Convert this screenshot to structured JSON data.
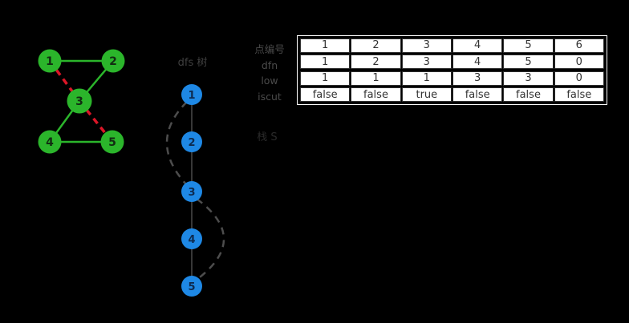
{
  "colors": {
    "background": "#000000",
    "graph_node_green": "#2BB52B",
    "graph_edge_green": "#2BB52B",
    "graph_edge_red_dashed": "#DB1627",
    "tree_node_blue": "#1E88E5",
    "tree_edge_gray": "#383838",
    "back_edge_gray": "#4d4d4d",
    "table_cell_bg": "#ffffff",
    "table_cell_border": "#2f2f2f",
    "label_gray": "#4a4a4a"
  },
  "graph": {
    "nodes": [
      {
        "label": "1"
      },
      {
        "label": "2"
      },
      {
        "label": "3"
      },
      {
        "label": "4"
      },
      {
        "label": "5"
      }
    ],
    "solid_edges": [
      "1-2",
      "2-3",
      "3-4",
      "4-5"
    ],
    "dashed_edges": [
      "1-3",
      "3-5"
    ]
  },
  "dfs_tree": {
    "label": "dfs 树",
    "nodes": [
      "1",
      "2",
      "3",
      "4",
      "5"
    ],
    "tree_edges": [
      "1-2",
      "2-3",
      "3-4",
      "4-5"
    ],
    "back_edges": [
      "1-3",
      "3-5"
    ]
  },
  "stack": {
    "label": "栈 S"
  },
  "table": {
    "row_labels": [
      "点编号",
      "dfn",
      "low",
      "iscut"
    ],
    "rows": [
      [
        "1",
        "2",
        "3",
        "4",
        "5",
        "6"
      ],
      [
        "1",
        "2",
        "3",
        "4",
        "5",
        "0"
      ],
      [
        "1",
        "1",
        "1",
        "3",
        "3",
        "0"
      ],
      [
        "false",
        "false",
        "true",
        "false",
        "false",
        "false"
      ]
    ]
  }
}
